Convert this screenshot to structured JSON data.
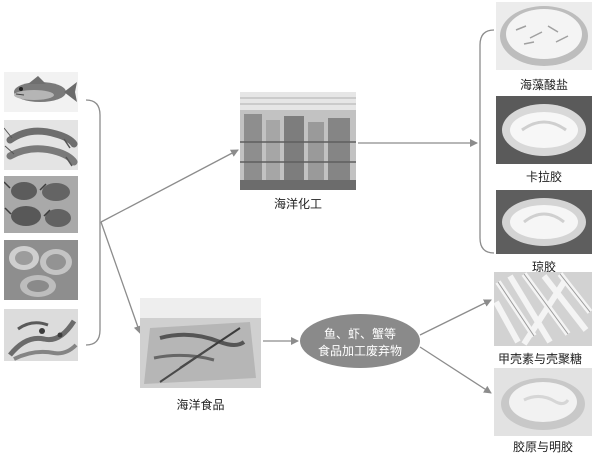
{
  "raw_materials": [
    {
      "name": "fish-photo",
      "icon": "fish-icon"
    },
    {
      "name": "shrimp-photo",
      "icon": "shrimp-icon"
    },
    {
      "name": "crab-photo",
      "icon": "crab-icon"
    },
    {
      "name": "shellfish-photo",
      "icon": "shellfish-icon"
    },
    {
      "name": "seaweed-photo",
      "icon": "seaweed-icon"
    }
  ],
  "chemical": {
    "label": "海洋化工"
  },
  "food": {
    "label": "海洋食品"
  },
  "waste": {
    "line1": "鱼、虾、蟹等",
    "line2": "食品加工废弃物",
    "fill": "#8a8a8a"
  },
  "chem_products": [
    {
      "label": "海藻酸盐"
    },
    {
      "label": "卡拉胶"
    },
    {
      "label": "琼胶"
    }
  ],
  "waste_products": [
    {
      "label": "甲壳素与壳聚糖"
    },
    {
      "label": "胶原与明胶"
    }
  ],
  "colors": {
    "arrow": "#8c8c8c",
    "text": "#222222"
  }
}
